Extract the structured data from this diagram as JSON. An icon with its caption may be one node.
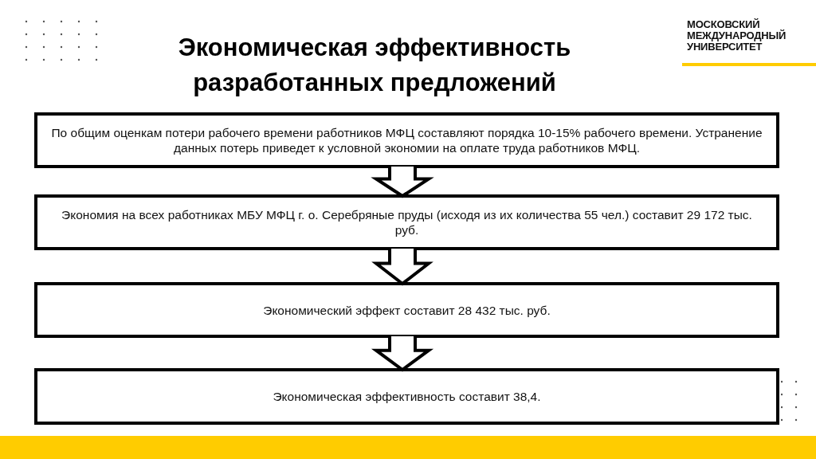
{
  "diagram": {
    "title": "Экономическая эффективность разработанных предложений",
    "nodes": [
      {
        "text": [
          "По общим оценкам потери рабочего времени работников МФЦ составляют порядка 10-15% рабочего времени. Устранение данных потерь приведет к условной экономии на оплате труда работников МФЦ."
        ]
      },
      {
        "text": [
          "Экономия на всех работниках МБУ МФЦ г. о. Серебряные пруды (исходя из их количества 55 чел.) составит 29 172 тыс. руб."
        ]
      },
      {
        "text": [
          "Экономический эффект составит 28 432 тыс. руб."
        ]
      },
      {
        "text": [
          "Экономическая эффективность составит 38,4."
        ]
      }
    ],
    "edges": [
      {
        "from": 0,
        "to": 1,
        "arrow": "to"
      },
      {
        "from": 1,
        "to": 2,
        "arrow": "to"
      },
      {
        "from": 2,
        "to": 3,
        "arrow": "to"
      }
    ],
    "labels": [
      "МОСКОВСКИЙ МЕЖДУНАРОДНЫЙ УНИВЕРСИТЕТ"
    ]
  }
}
